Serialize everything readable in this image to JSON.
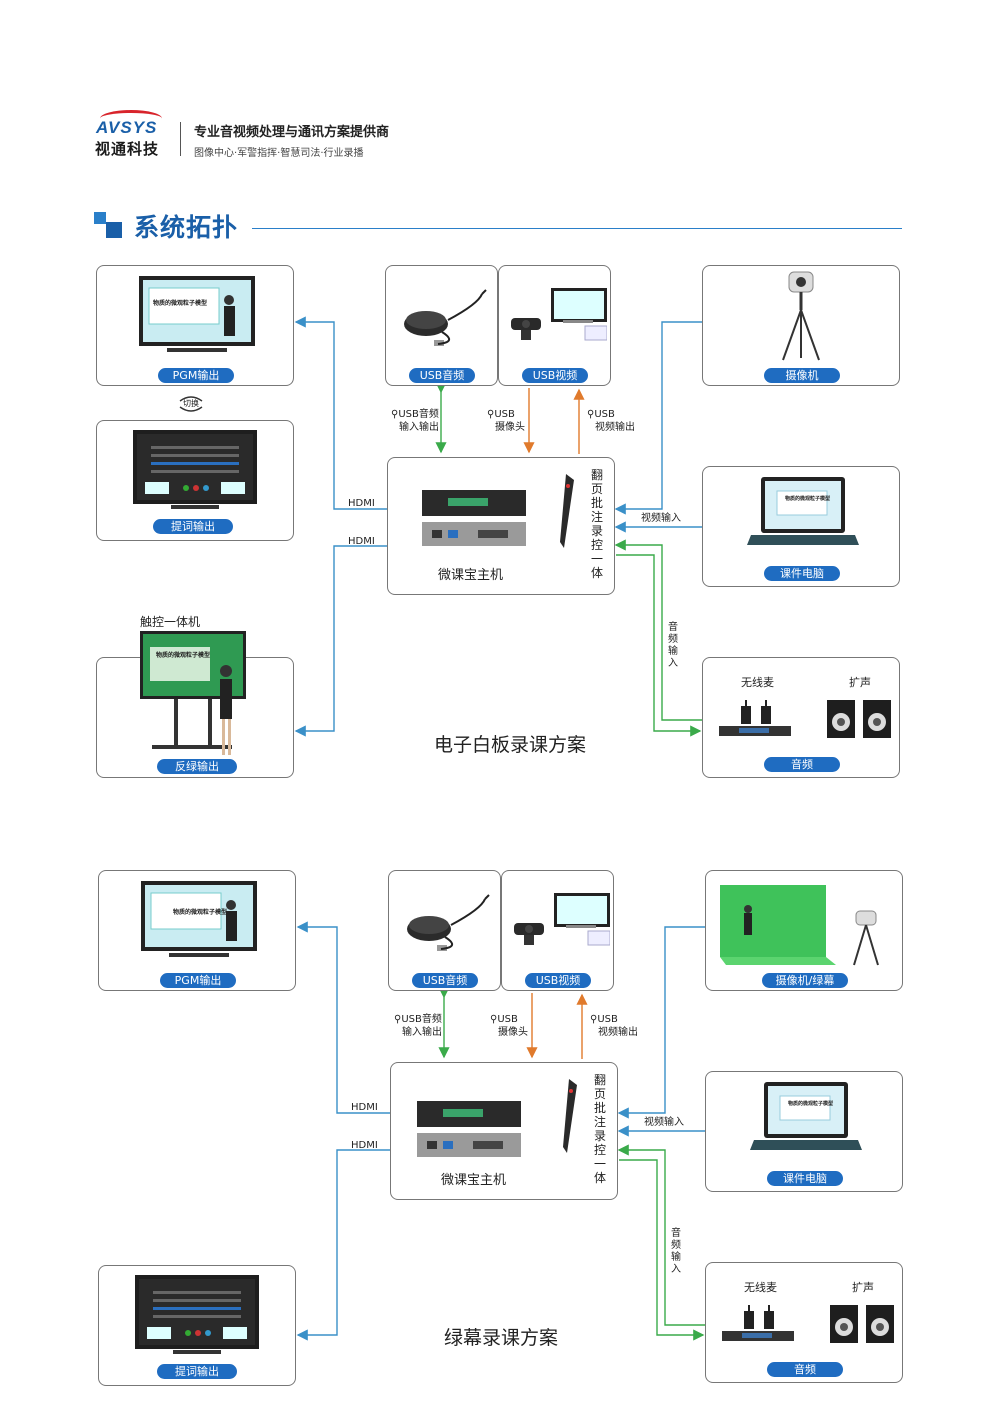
{
  "header": {
    "logo_en": "AVSYS",
    "logo_cn": "视通科技",
    "tagline": "专业音视频处理与通讯方案提供商",
    "sub": "图像中心·军警指挥·智慧司法·行业录播"
  },
  "section": {
    "title": "系统拓扑"
  },
  "colors": {
    "accent": "#1a5fa8",
    "tag": "#1f6cc1",
    "blue_line": "#3a90c8",
    "green_line": "#3aaa4a",
    "orange_line": "#e07a2c"
  },
  "d1": {
    "title": "电子白板录课方案",
    "pgm": "PGM输出",
    "switch": "切换",
    "prompt": "提词输出",
    "touch": "触控一体机",
    "feedback": "反绿输出",
    "usb_audio": "USB音频",
    "usb_video": "USB视频",
    "camera": "摄像机",
    "laptop": "课件电脑",
    "audio": "音频",
    "wireless": "无线麦",
    "speaker": "扩声",
    "host": "微课宝主机",
    "pen": "翻页批注录控一体",
    "hdmi1": "HDMI",
    "hdmi2": "HDMI",
    "usb_a1": "USB音频",
    "usb_a2": "输入输出",
    "usb_c1": "USB",
    "usb_c2": "摄像头",
    "usb_v1": "USB",
    "usb_v2": "视频输出",
    "video_in": "视频输入",
    "audio_in": "音频输入"
  },
  "d2": {
    "title": "绿幕录课方案",
    "pgm": "PGM输出",
    "prompt": "提词输出",
    "usb_audio": "USB音频",
    "usb_video": "USB视频",
    "camera": "摄像机/绿幕",
    "laptop": "课件电脑",
    "audio": "音频",
    "wireless": "无线麦",
    "speaker": "扩声",
    "host": "微课宝主机",
    "pen": "翻页批注录控一体",
    "hdmi1": "HDMI",
    "hdmi2": "HDMI",
    "usb_a1": "USB音频",
    "usb_a2": "输入输出",
    "usb_c1": "USB",
    "usb_c2": "摄像头",
    "usb_v1": "USB",
    "usb_v2": "视频输出",
    "video_in": "视频输入",
    "audio_in": "音频输入"
  },
  "screen_text": {
    "slide_title": "物质的微观粒子模型"
  }
}
